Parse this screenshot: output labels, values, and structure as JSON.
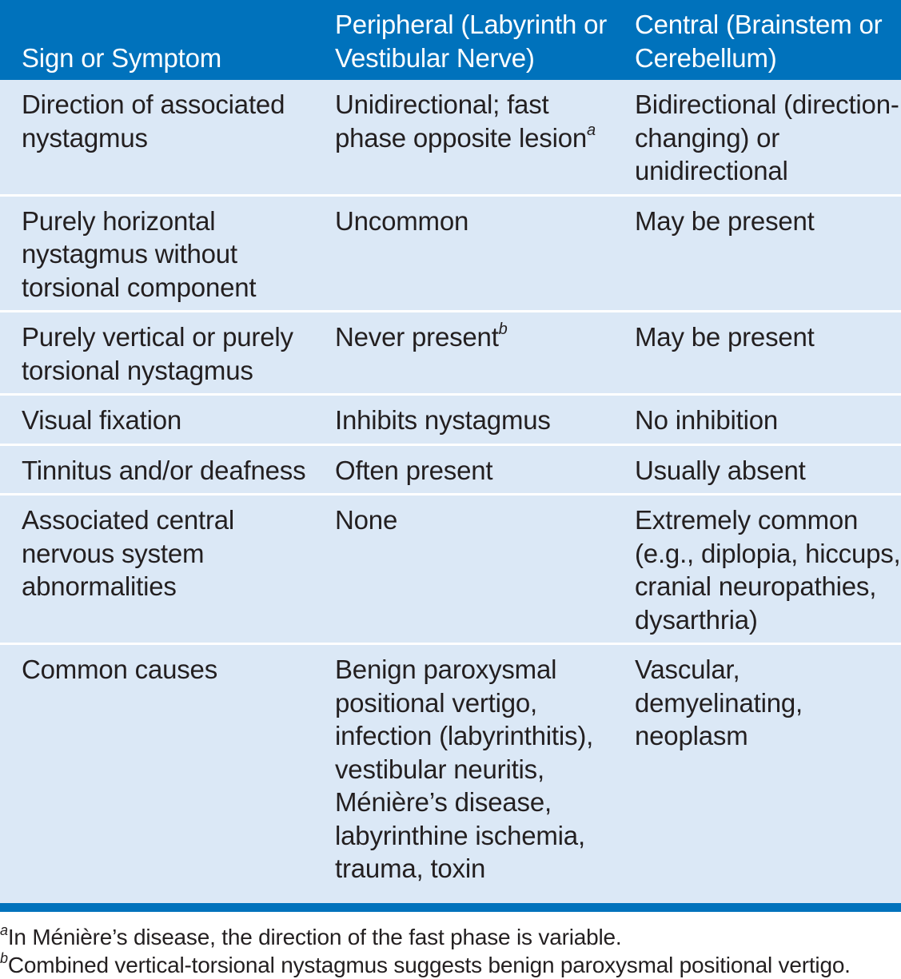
{
  "header": {
    "col1": "Sign or Symptom",
    "col2": "Peripheral (Labyrinth or Vestibular Nerve)",
    "col3": "Central (Brainstem or Cerebellum)"
  },
  "rows": [
    {
      "sign": "Direction of associated nystagmus",
      "peripheral": "Unidirectional; fast phase opposite lesion",
      "peripheral_sup": "a",
      "central": "Bidirectional (direction-changing) or unidirectional"
    },
    {
      "sign": "Purely horizontal nystagmus without torsional component",
      "peripheral": "Uncommon",
      "central": "May be present"
    },
    {
      "sign": "Purely vertical or purely torsional nystagmus",
      "peripheral": "Never present",
      "peripheral_sup": "b",
      "central": "May be present"
    },
    {
      "sign": "Visual fixation",
      "peripheral": "Inhibits nystagmus",
      "central": "No inhibition"
    },
    {
      "sign": "Tinnitus and/or deafness",
      "peripheral": "Often present",
      "central": "Usually absent"
    },
    {
      "sign": "Associated central nervous system abnormalities",
      "peripheral": "None",
      "central": "Extremely common (e.g., diplopia, hiccups, cranial neuropathies, dysarthria)"
    },
    {
      "sign": "Common causes",
      "peripheral": "Benign paroxysmal positional vertigo, infection (labyrinthitis), vestibular neuritis, Ménière’s disease, labyrinthine ischemia, trauma, toxin",
      "central": "Vascular, demyelinating, neoplasm"
    }
  ],
  "footnotes": [
    {
      "mark": "a",
      "text": "In Ménière’s disease, the direction of the fast phase is variable."
    },
    {
      "mark": "b",
      "text": "Combined vertical-torsional nystagmus suggests benign paroxysmal positional vertigo."
    }
  ],
  "colors": {
    "header_bg": "#0072bc",
    "row_bg": "#dbe8f6",
    "text": "#231f20"
  }
}
